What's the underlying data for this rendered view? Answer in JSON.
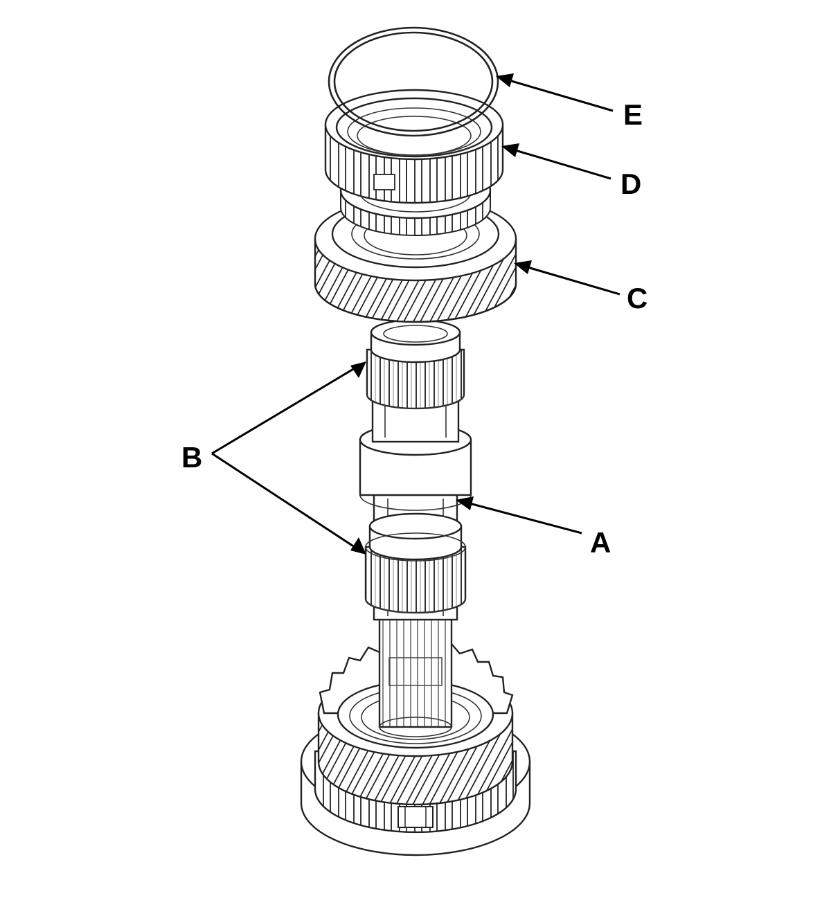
{
  "callouts": {
    "a": "A",
    "b": "B",
    "c": "C",
    "d": "D",
    "e": "E"
  },
  "colors": {
    "line": "#222222",
    "background": "#ffffff",
    "label": "#000000"
  }
}
